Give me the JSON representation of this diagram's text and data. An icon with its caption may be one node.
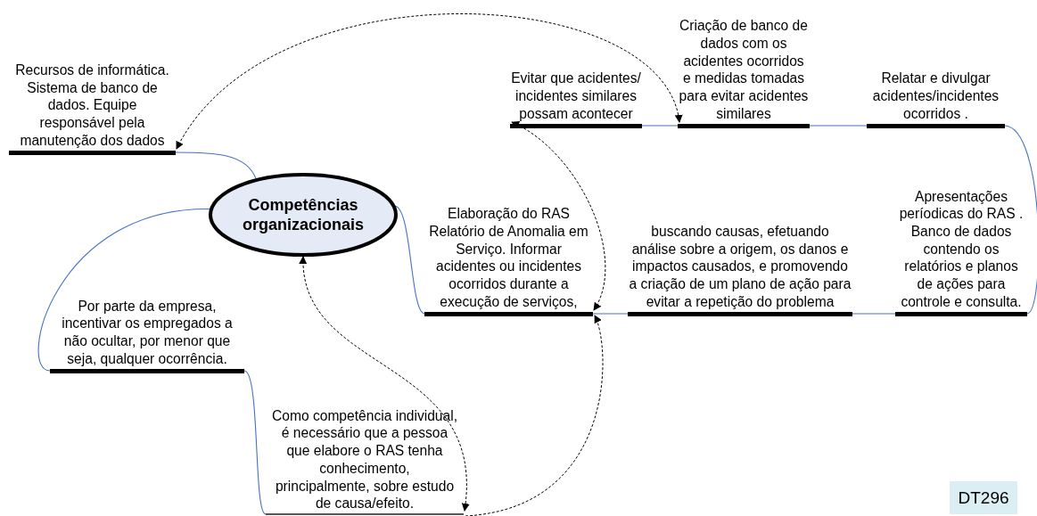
{
  "diagram": {
    "nodes": [
      {
        "text": [
          "Competências organizacionais"
        ]
      },
      {
        "text": [
          "Recursos de informática. Sistema de banco de dados. Equipe responsável pela manutenção dos dados"
        ]
      },
      {
        "text": [
          "Evitar que acidentes/ incidentes similares possam acontecer"
        ]
      },
      {
        "text": [
          "Criação de banco de dados com os acidentes ocorridos e medidas tomadas para evitar acidentes similares"
        ]
      },
      {
        "text": [
          "Relatar e divulgar acidentes/incidentes ocorridos ."
        ]
      },
      {
        "text": [
          "Elaboração do RAS Relatório de Anomalia em Serviço. Informar acidentes ou incidentes ocorridos durante a execução de serviços,"
        ]
      },
      {
        "text": [
          "buscando causas, efetuando análise sobre a origem, os danos e impactos causados, e promovendo a criação de um plano de ação para evitar a repetição do problema"
        ]
      },
      {
        "text": [
          "Apresentações períodicas do RAS . Banco de dados contendo os relatórios e planos de ações para controle e consulta."
        ]
      },
      {
        "text": [
          "Por parte da empresa, incentivar os empregados a não ocultar, por menor que seja, qualquer ocorrência."
        ]
      },
      {
        "text": [
          "Como competência individual, é necessário que a pessoa que elabore o RAS tenha conhecimento, principalmente, sobre estudo de causa/efeito."
        ]
      },
      {
        "text": [
          "DT296"
        ]
      }
    ],
    "edges": [
      {
        "from": 0,
        "to": 1,
        "arrow": "none"
      },
      {
        "from": 0,
        "to": 5,
        "arrow": "none"
      },
      {
        "from": 5,
        "to": 6,
        "arrow": "none"
      },
      {
        "from": 6,
        "to": 7,
        "arrow": "none"
      },
      {
        "from": 7,
        "to": 4,
        "arrow": "none"
      },
      {
        "from": 4,
        "to": 3,
        "arrow": "none"
      },
      {
        "from": 3,
        "to": 2,
        "arrow": "none"
      },
      {
        "from": 0,
        "to": 8,
        "arrow": "none"
      },
      {
        "from": 8,
        "to": 9,
        "arrow": "none"
      },
      {
        "from": 1,
        "to": 3,
        "arrow": "both",
        "style": "dashed",
        "color": "#000000"
      },
      {
        "from": 2,
        "to": 5,
        "arrow": "both",
        "style": "dashed",
        "color": "#000000"
      },
      {
        "from": 0,
        "to": 9,
        "arrow": "both",
        "style": "dashed",
        "color": "#000000"
      },
      {
        "from": 9,
        "to": 5,
        "arrow": "to",
        "style": "dashed",
        "color": "#000000"
      }
    ]
  }
}
